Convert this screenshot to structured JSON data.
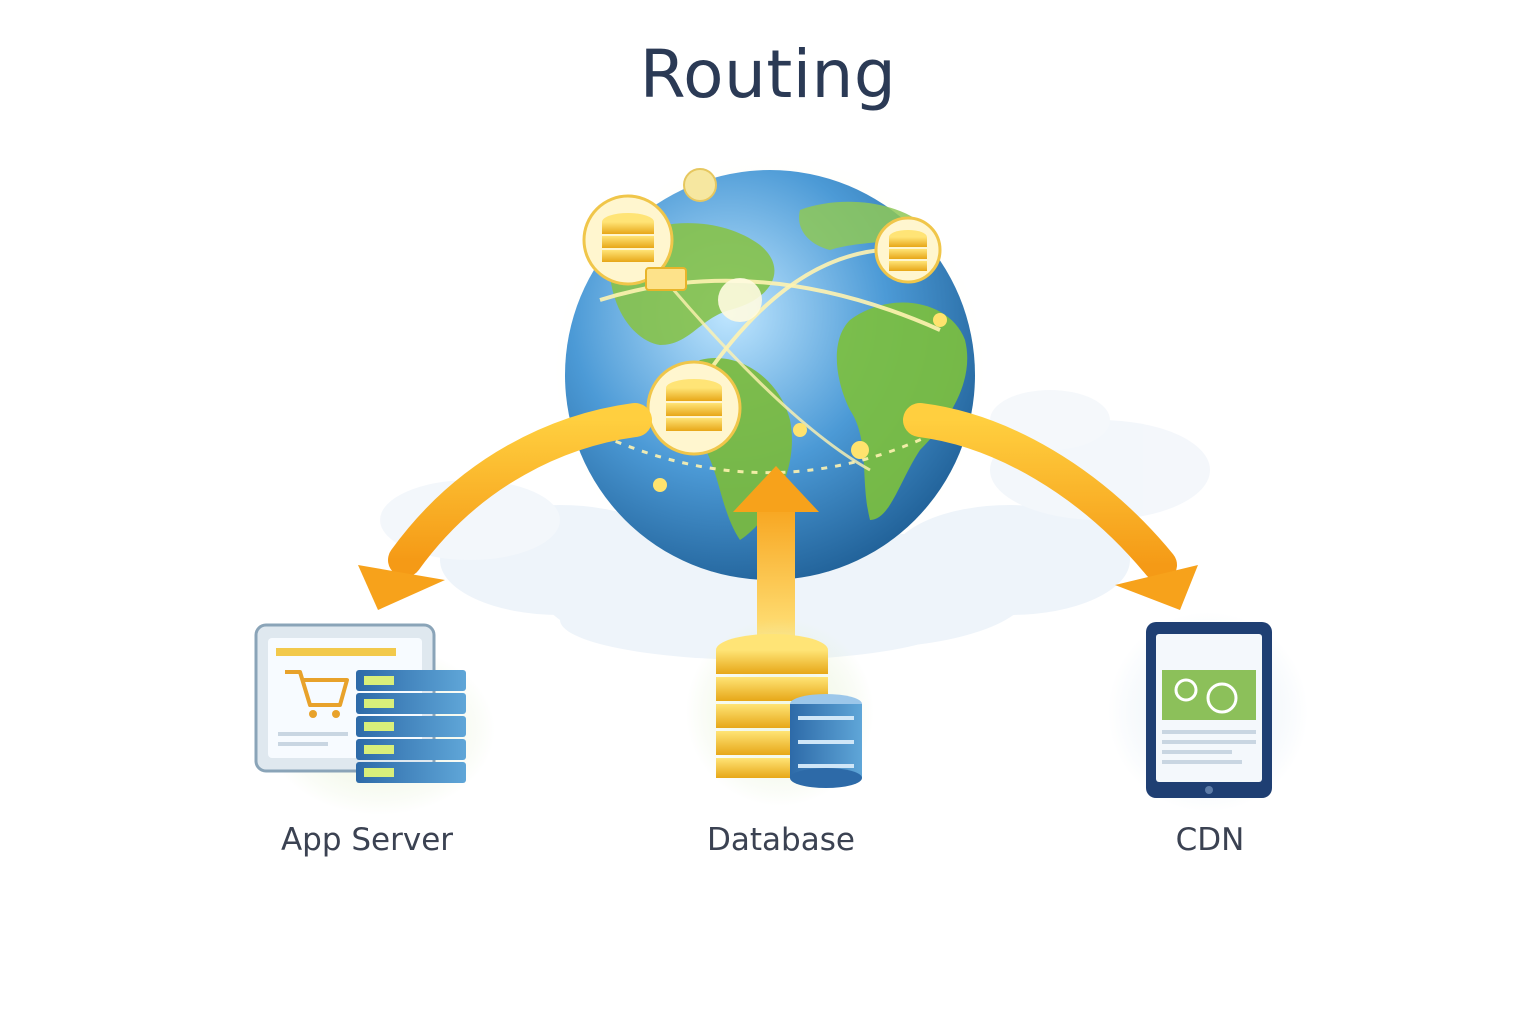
{
  "title": "Routing",
  "nodes": {
    "app_server": {
      "label": "App Server",
      "icon": "app-server-icon"
    },
    "database": {
      "label": "Database",
      "icon": "database-icon"
    },
    "cdn": {
      "label": "CDN",
      "icon": "tablet-icon"
    }
  },
  "hub": {
    "icon": "globe-icon"
  },
  "colors": {
    "title": "#2b3a55",
    "label": "#3b4252",
    "arrow": "#f7a21b",
    "arrow_light": "#ffd24d",
    "globe_ocean": "#3f8fd0",
    "globe_land": "#7cbf3f",
    "coin": "#f5c02e",
    "server_blue": "#3f7fc0",
    "cloud": "#e9f1f8"
  }
}
